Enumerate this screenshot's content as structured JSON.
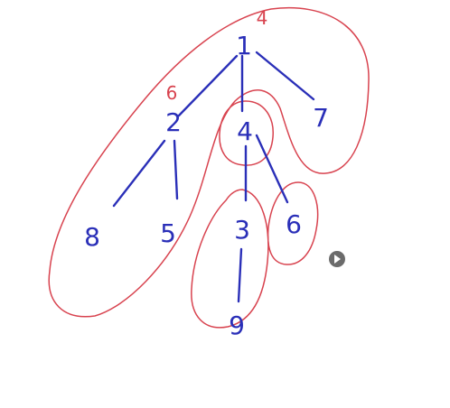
{
  "colors": {
    "ink_blue": "#2a2fb8",
    "ink_red": "#d8434f",
    "play_button": "#6b6b6b",
    "background": "#ffffff"
  },
  "nodes": {
    "n1": "1",
    "n2": "2",
    "n4": "4",
    "n7": "7",
    "n8": "8",
    "n5": "5",
    "n3": "3",
    "n6": "6",
    "n9": "9"
  },
  "annotations": {
    "top": "4",
    "node2": "6"
  },
  "controls": {
    "play_icon": "play-icon"
  }
}
